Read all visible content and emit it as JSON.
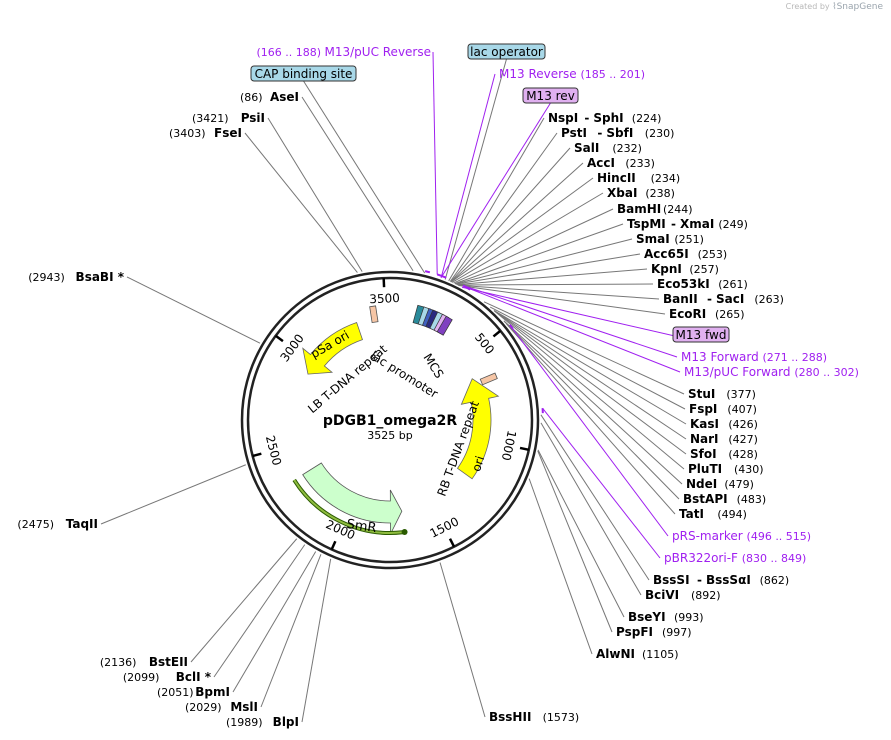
{
  "watermark": {
    "prefix": "Created by",
    "brand": "SnapGene"
  },
  "plasmid": {
    "name": "pDGB1_omega2R",
    "size_label": "3525 bp",
    "length": 3525
  },
  "colors": {
    "feature_purple": "#a020f0",
    "site_black": "#000000",
    "leader_grey": "#777777",
    "backbone": "#222222",
    "ori_yellow": "#ffff00",
    "smr_green": "#ccffcc",
    "primer_green": "#8fbc3f",
    "lac_blue": "#a8d8e8",
    "mcs_teal": "#2a8a9a",
    "mrev_lilac": "#e0b0f0",
    "repeat_tan": "#f6c6a6"
  },
  "ruler": [
    "500",
    "1000",
    "1500",
    "2000",
    "2500",
    "3000",
    "3500"
  ],
  "features": [
    {
      "name": "pSa ori",
      "type": "ori"
    },
    {
      "name": "SmR",
      "type": "cds"
    },
    {
      "name": "ori",
      "type": "ori"
    },
    {
      "name": "LB T-DNA repeat",
      "type": "repeat"
    },
    {
      "name": "RB T-DNA repeat",
      "type": "repeat"
    },
    {
      "name": "lac promoter",
      "type": "promoter"
    },
    {
      "name": "MCS",
      "type": "mcs"
    }
  ],
  "boxed_labels": [
    {
      "name": "CAP binding site",
      "style": "blue"
    },
    {
      "name": "lac operator",
      "style": "blue"
    },
    {
      "name": "M13 rev",
      "style": "lilac"
    },
    {
      "name": "M13 fwd",
      "style": "lilac"
    }
  ],
  "primers": [
    {
      "name": "M13/pUC Reverse",
      "range": "(166 .. 188)",
      "order": "range-first"
    },
    {
      "name": "M13 Reverse",
      "range": "(185 .. 201)",
      "order": "name-first"
    },
    {
      "name": "M13 Forward",
      "range": "(271 .. 288)",
      "order": "name-first"
    },
    {
      "name": "M13/pUC Forward",
      "range": "(280 .. 302)",
      "order": "name-first"
    },
    {
      "name": "pRS-marker",
      "range": "(496 .. 515)",
      "order": "name-first"
    },
    {
      "name": "pBR322ori-F",
      "range": "(830 .. 849)",
      "order": "name-first"
    }
  ],
  "sites_right": [
    {
      "name": "NspI",
      "name2": "SphI",
      "pos": "(224)"
    },
    {
      "name": "PstI",
      "name2": "SbfI",
      "pos": "(230)"
    },
    {
      "name": "SalI",
      "pos": "(232)"
    },
    {
      "name": "AccI",
      "pos": "(233)"
    },
    {
      "name": "HincII",
      "pos": "(234)"
    },
    {
      "name": "XbaI",
      "pos": "(238)"
    },
    {
      "name": "BamHI",
      "pos": "(244)"
    },
    {
      "name": "TspMI",
      "name2": "XmaI",
      "pos": "(249)"
    },
    {
      "name": "SmaI",
      "pos": "(251)"
    },
    {
      "name": "Acc65I",
      "pos": "(253)"
    },
    {
      "name": "KpnI",
      "pos": "(257)"
    },
    {
      "name": "Eco53kI",
      "pos": "(261)"
    },
    {
      "name": "BanII",
      "name2": "SacI",
      "pos": "(263)"
    },
    {
      "name": "EcoRI",
      "pos": "(265)"
    },
    {
      "name": "StuI",
      "pos": "(377)"
    },
    {
      "name": "FspI",
      "pos": "(407)"
    },
    {
      "name": "KasI",
      "pos": "(426)"
    },
    {
      "name": "NarI",
      "pos": "(427)"
    },
    {
      "name": "SfoI",
      "pos": "(428)"
    },
    {
      "name": "PluTI",
      "pos": "(430)"
    },
    {
      "name": "NdeI",
      "pos": "(479)"
    },
    {
      "name": "BstAPI",
      "pos": "(483)"
    },
    {
      "name": "TatI",
      "pos": "(494)"
    },
    {
      "name": "BssSI",
      "name2": "BssSαI",
      "pos": "(862)"
    },
    {
      "name": "BciVI",
      "pos": "(892)"
    },
    {
      "name": "BseYI",
      "pos": "(993)"
    },
    {
      "name": "PspFI",
      "pos": "(997)"
    },
    {
      "name": "AlwNI",
      "pos": "(1105)"
    },
    {
      "name": "BssHII",
      "pos": "(1573)"
    }
  ],
  "sites_left": [
    {
      "name": "AseI",
      "pos": "(86)"
    },
    {
      "name": "PsiI",
      "pos": "(3421)"
    },
    {
      "name": "FseI",
      "pos": "(3403)"
    },
    {
      "name": "BsaBI",
      "pos": "(2943)",
      "mark": "*"
    },
    {
      "name": "TaqII",
      "pos": "(2475)"
    },
    {
      "name": "BstEII",
      "pos": "(2136)"
    },
    {
      "name": "BclI",
      "pos": "(2099)",
      "mark": "*"
    },
    {
      "name": "BpmI",
      "pos": "(2051)"
    },
    {
      "name": "MslI",
      "pos": "(2029)"
    },
    {
      "name": "BlpI",
      "pos": "(1989)"
    }
  ]
}
